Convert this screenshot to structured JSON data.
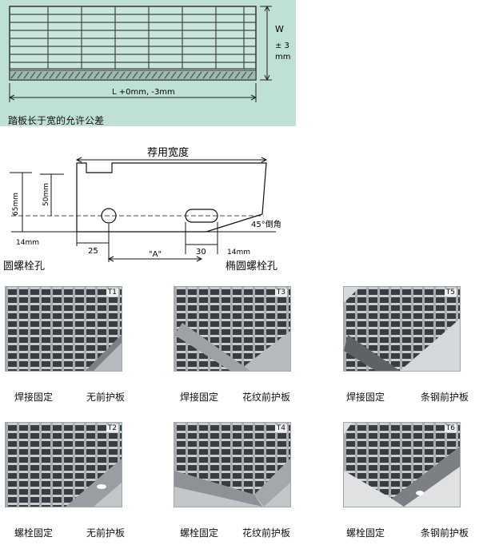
{
  "top_panel": {
    "dim_w": "W",
    "dim_tol": "± 3",
    "dim_unit": "mm",
    "dim_length": "L +0mm, -3mm",
    "caption": "踏板长于宽的允许公差"
  },
  "section_drawing": {
    "title": "荐用宽度",
    "dim_65": "65mm",
    "dim_50": "50mm",
    "dim_14_left": "14mm",
    "dim_25": "25",
    "dim_a": "\"A\"",
    "dim_30": "30",
    "dim_14_right": "14mm",
    "chamfer": "45°倒角",
    "round_hole": "圆螺栓孔",
    "oval_hole": "椭圆螺栓孔"
  },
  "tiles": [
    {
      "code": "T1",
      "fix": "焊接固定",
      "plate": "无前护板"
    },
    {
      "code": "T3",
      "fix": "焊接固定",
      "plate": "花纹前护板"
    },
    {
      "code": "T5",
      "fix": "焊接固定",
      "plate": "条钢前护板"
    },
    {
      "code": "T2",
      "fix": "螺栓固定",
      "plate": "无前护板"
    },
    {
      "code": "T4",
      "fix": "螺栓固定",
      "plate": "花纹前护板"
    },
    {
      "code": "T6",
      "fix": "螺栓固定",
      "plate": "条钢前护板"
    }
  ]
}
